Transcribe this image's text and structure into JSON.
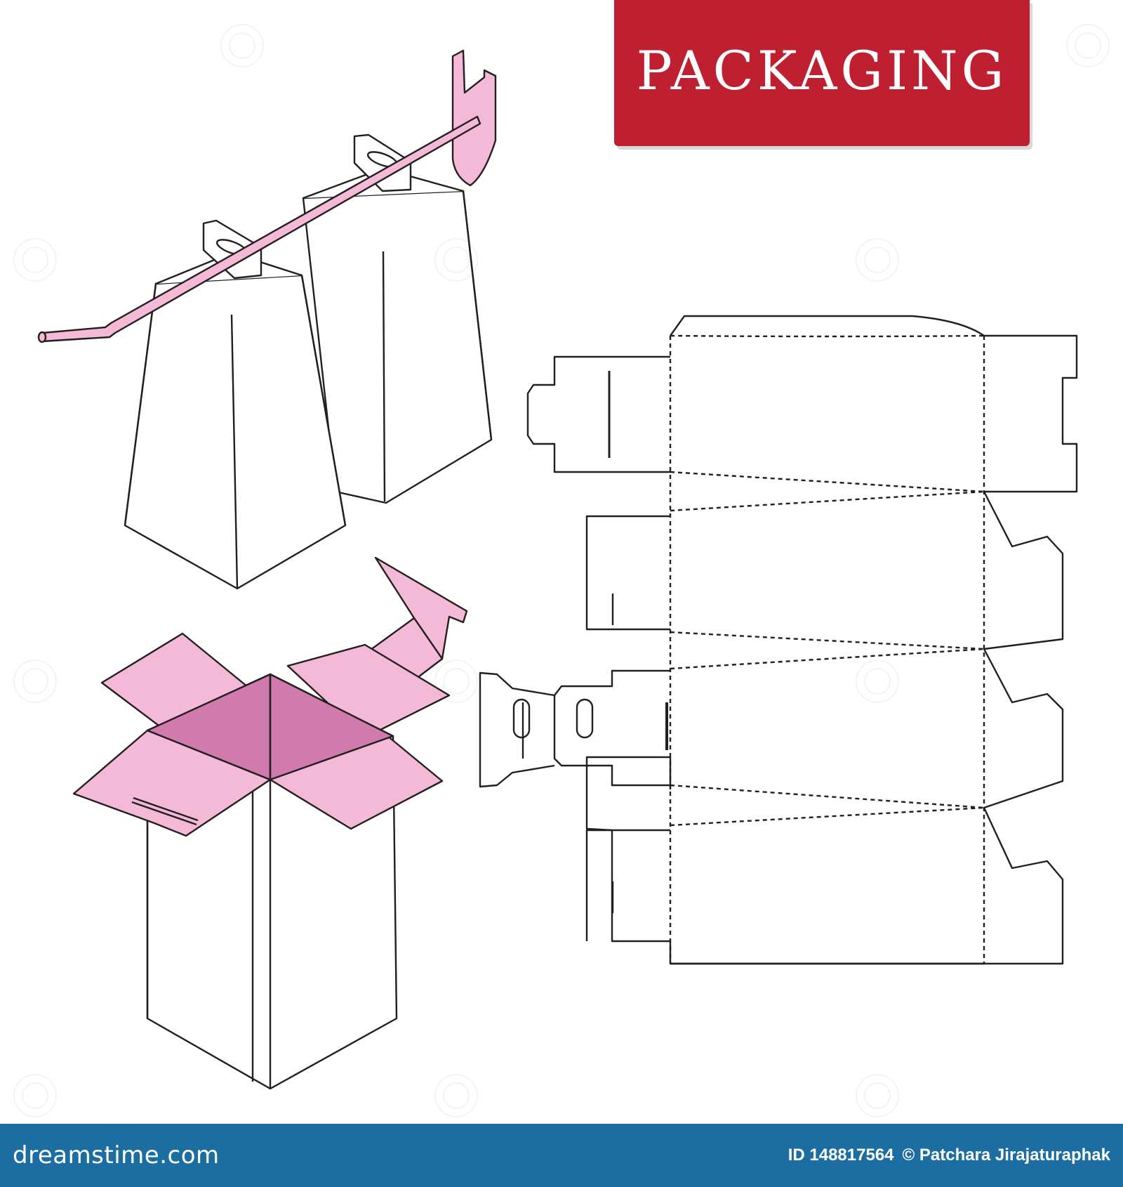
{
  "banner": {
    "title": "PACKAGING"
  },
  "footer": {
    "brand": "dreamstime.com",
    "id_label": "ID 148817564",
    "author": "© Patchara Jirajaturaphak"
  },
  "colors": {
    "banner": "#be2032",
    "pink_light": "#f4b9d6",
    "pink_dark": "#d07aae",
    "footer": "#1c6da1",
    "stroke": "#231f20"
  }
}
